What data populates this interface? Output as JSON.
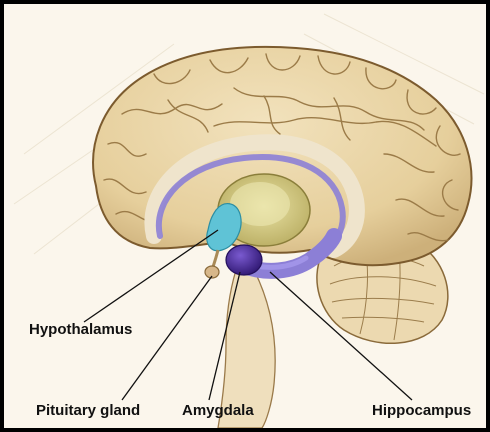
{
  "labels": {
    "hypothalamus": "Hypothalamus",
    "pituitary": "Pituitary gland",
    "amygdala": "Amygdala",
    "hippocampus": "Hippocampus"
  },
  "colors": {
    "brain": "#e8d3a2",
    "brain_outline": "#8a6a3a",
    "hypothalamus": "#5fc3d6",
    "amygdala": "#4b2a9a",
    "hippocampus": "#8c7fd6",
    "thalamus": "#d8cf86"
  }
}
